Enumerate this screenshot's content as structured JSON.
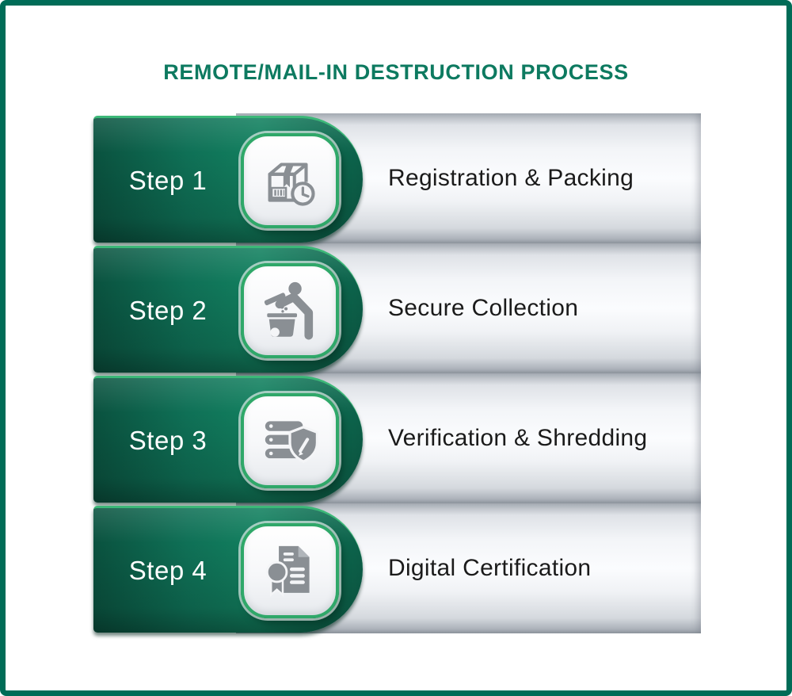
{
  "title": "REMOTE/MAIL-IN DESTRUCTION PROCESS",
  "steps": [
    {
      "step_label": "Step 1",
      "description": "Registration & Packing",
      "icon": "package-clock-icon"
    },
    {
      "step_label": "Step 2",
      "description": "Secure Collection",
      "icon": "person-trash-bin-icon"
    },
    {
      "step_label": "Step 3",
      "description": "Verification & Shredding",
      "icon": "server-shield-icon"
    },
    {
      "step_label": "Step 4",
      "description": "Digital Certification",
      "icon": "certificate-ribbon-icon"
    }
  ],
  "colors": {
    "frame_green": "#006c57",
    "title_green": "#0d7a60",
    "pill_green_dark": "#0a523f",
    "pill_green": "#12805f",
    "pill_top_highlight": "#3cb878",
    "icon_box_border": "#2fa869",
    "icon_gray": "#8a8f94",
    "bar_gray_light": "#fbfcfe",
    "label_text": "#1b1b1b",
    "step_text": "#ffffff"
  }
}
